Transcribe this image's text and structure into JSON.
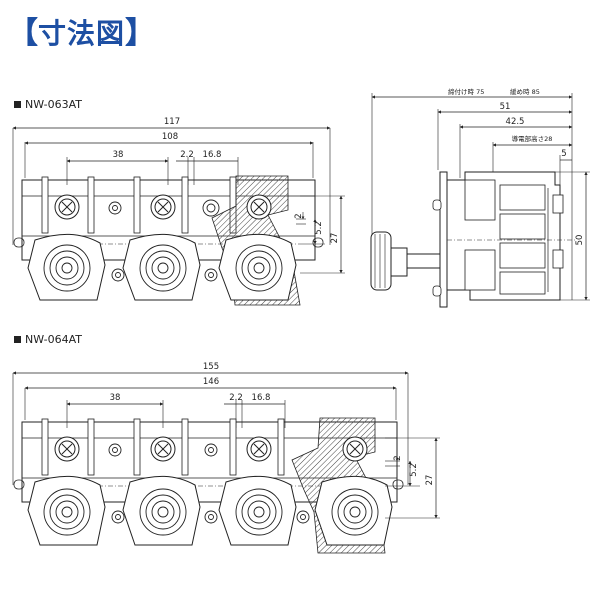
{
  "header": {
    "title": "寸法図",
    "bracket_left": "【",
    "bracket_right": "】"
  },
  "accent_color": "#1d4fa3",
  "hatch_color": "#444444",
  "models": [
    {
      "name": "NW-063AT",
      "dims": {
        "overall": "117",
        "pitch_total": "108",
        "pitch": "38",
        "a": "2.2",
        "b": "16.8",
        "c": "2",
        "d": "5.2",
        "h": "27"
      }
    },
    {
      "name": "NW-064AT",
      "dims": {
        "overall": "155",
        "pitch_total": "146",
        "pitch": "38",
        "a": "2.2",
        "b": "16.8",
        "c": "2",
        "d": "5.2",
        "h": "27"
      }
    }
  ],
  "side_view": {
    "dims": {
      "l75": "締付け時 75",
      "l85": "緩め時 85",
      "d51": "51",
      "d425": "42.5",
      "conductor": "導電部高さ28",
      "d5": "5",
      "h50": "50"
    }
  }
}
